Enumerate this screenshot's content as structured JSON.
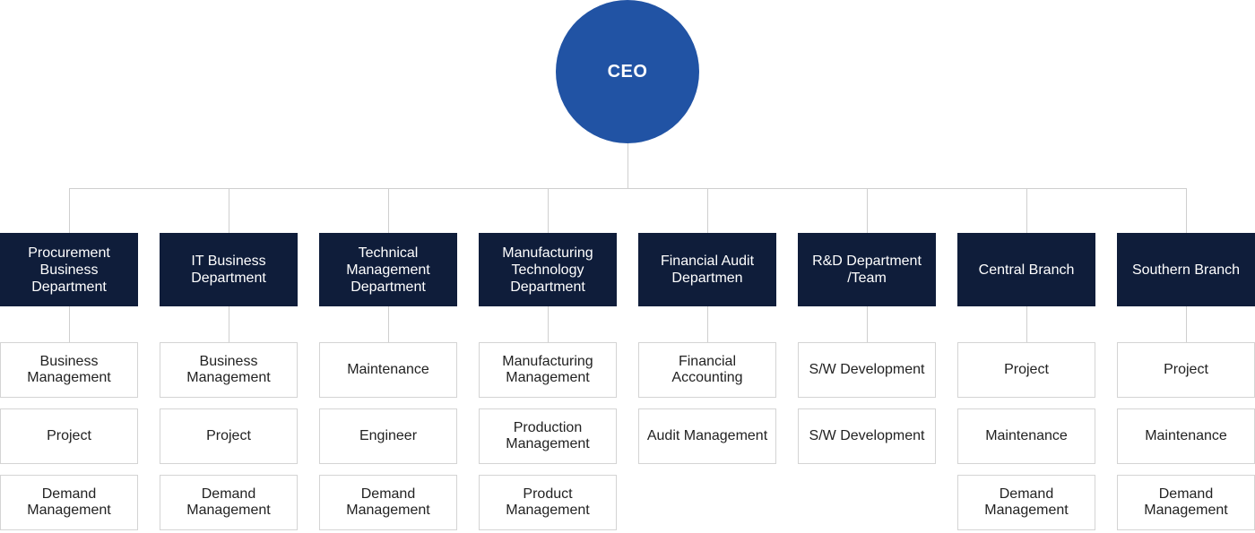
{
  "ceo": {
    "label": "CEO"
  },
  "colors": {
    "ceo": "#2153a4",
    "department": "#0f1d3a",
    "line": "#cfcfcf",
    "sub_border": "#d4d4d4"
  },
  "departments": [
    {
      "label": "Procurement\nBusiness\nDepartment",
      "subs": [
        "Business\nManagement",
        "Project",
        "Demand\nManagement"
      ]
    },
    {
      "label": "IT Business\nDepartment",
      "subs": [
        "Business\nManagement",
        "Project",
        "Demand\nManagement"
      ]
    },
    {
      "label": "Technical\nManagement\nDepartment",
      "subs": [
        "Maintenance",
        "Engineer",
        "Demand\nManagement"
      ]
    },
    {
      "label": "Manufacturing\nTechnology\nDepartment",
      "subs": [
        "Manufacturing\nManagement",
        "Production\nManagement",
        "Product\nManagement"
      ]
    },
    {
      "label": "Financial Audit\nDepartmen",
      "subs": [
        "Financial\nAccounting",
        "Audit Management"
      ]
    },
    {
      "label": "R&D Department\n/Team",
      "subs": [
        "S/W Development",
        "S/W Development"
      ]
    },
    {
      "label": "Central Branch",
      "subs": [
        "Project",
        "Maintenance",
        "Demand\nManagement"
      ]
    },
    {
      "label": "Southern Branch",
      "subs": [
        "Project",
        "Maintenance",
        "Demand\nManagement"
      ]
    }
  ]
}
